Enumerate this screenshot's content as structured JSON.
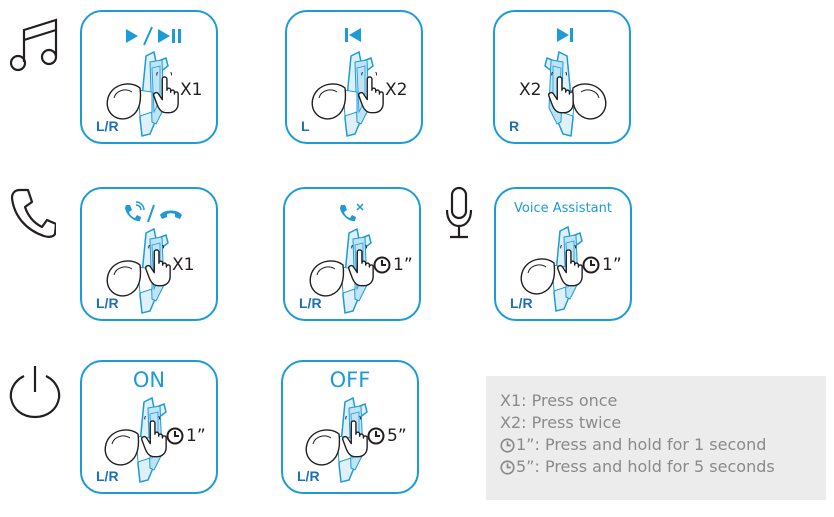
{
  "cards": {
    "play": {
      "label": "",
      "action": "X1",
      "side": "L/R"
    },
    "prev": {
      "label": "",
      "action": "X2",
      "side": "L"
    },
    "next": {
      "label": "",
      "action": "X2",
      "side": "R"
    },
    "call": {
      "label": "",
      "action": "X1",
      "side": "L/R"
    },
    "reject": {
      "label": "",
      "action": "1”",
      "side": "L/R"
    },
    "voice": {
      "label": "Voice Assistant",
      "action": "1”",
      "side": "L/R"
    },
    "on": {
      "label": "ON",
      "action": "1”",
      "side": "L/R"
    },
    "off": {
      "label": "OFF",
      "action": "5”",
      "side": "L/R"
    }
  },
  "legend": {
    "line1": "X1: Press once",
    "line2": "X2: Press twice",
    "line3": "1”: Press and hold for 1 second",
    "line4": "5”: Press and hold for 5 seconds"
  },
  "icons": {
    "music": "music-note-icon",
    "phone": "phone-icon",
    "mic": "microphone-icon",
    "power": "power-icon",
    "clock": "clock-icon",
    "hand": "tap-hand-icon",
    "earbud": "earbud-icon"
  },
  "colors": {
    "accent": "#1d9bd6",
    "side_label": "#1d6fb8",
    "legend_bg": "#ececec",
    "legend_text": "#8a8a8a"
  }
}
